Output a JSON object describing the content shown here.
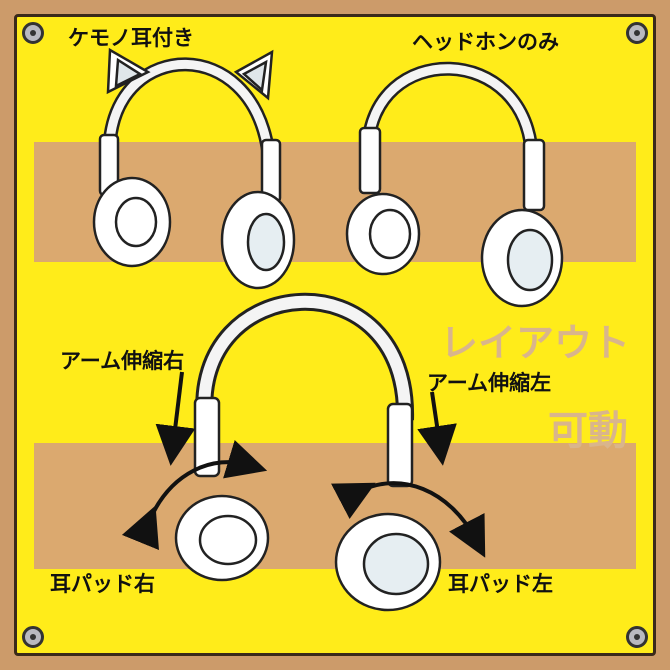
{
  "labels": {
    "cat_ears": "ケモノ耳付き",
    "headphones_only": "ヘッドホンのみ",
    "arm_right": "アーム伸縮右",
    "arm_left": "アーム伸縮左",
    "pad_right": "耳パッド右",
    "pad_left": "耳パッド左"
  },
  "big_text": {
    "layout": "レイアウト",
    "movable": "可動"
  },
  "colors": {
    "frame": "#cc9b6a",
    "panel": "#ffec1a",
    "band": "#dba96f",
    "accent_text": "#d9b58c"
  }
}
